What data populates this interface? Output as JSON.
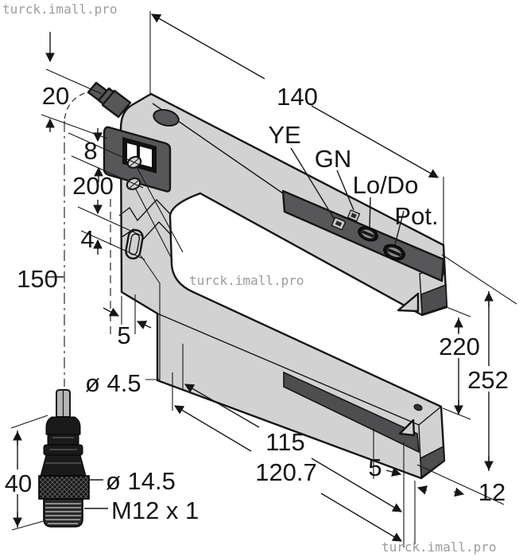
{
  "watermark": {
    "text": "turck.imall.pro"
  },
  "colors": {
    "body_gray": "#d2d2d2",
    "dark_gray": "#57575a",
    "window_gray": "#4e4e50",
    "connector_black": "#1a1a1a",
    "line": "#161616",
    "watermark_gray": "#9b9b9b"
  },
  "indicators": {
    "yellow_led": "YE",
    "green_led": "GN",
    "light_dark_switch": "Lo/Do",
    "potentiometer": "Pot."
  },
  "dimensions": {
    "gland_length": "20",
    "hole_spacing": "8",
    "arm_length": "200",
    "slot_width": "4",
    "cable_length": "150",
    "body_foot": "5",
    "hole_diameter": "ø 4.5",
    "top_length": "140",
    "inner_length": "115",
    "outer_length": "120.7",
    "connector_length": "40",
    "connector_diameter": "ø 14.5",
    "connector_thread": "M12 x 1",
    "gap_height": "220",
    "overall_height": "252",
    "window_offset": "5",
    "arm_width": "12"
  }
}
